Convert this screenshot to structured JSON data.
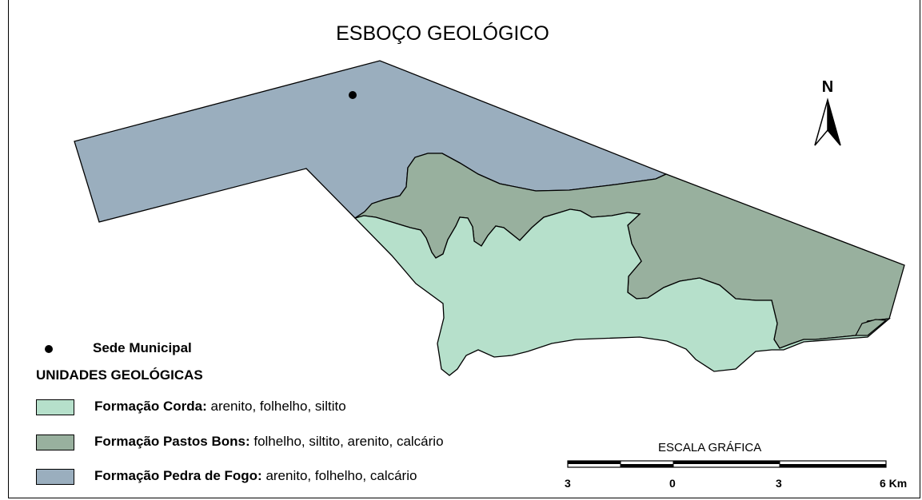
{
  "title": "ESBOÇO GEOLÓGICO",
  "north_label": "N",
  "legend": {
    "seat_label": "Sede Municipal",
    "units_title": "UNIDADES GEOLÓGICAS",
    "units": [
      {
        "name": "Formação Corda",
        "sep": ":",
        "desc": " arenito, folhelho, siltito",
        "color": "#b6e0cb"
      },
      {
        "name": "Formação Pastos Bons",
        "sep": ":",
        "desc": " folhelho, siltito, arenito, calcário",
        "color": "#98b09e"
      },
      {
        "name": "Formação Pedra de Fogo",
        "sep": ":",
        "desc": " arenito, folhelho, calcário",
        "color": "#9aaebe"
      }
    ]
  },
  "scale": {
    "title": "ESCALA GRÁFICA",
    "labels": [
      "3",
      "0",
      "3",
      "6 Km"
    ]
  }
}
